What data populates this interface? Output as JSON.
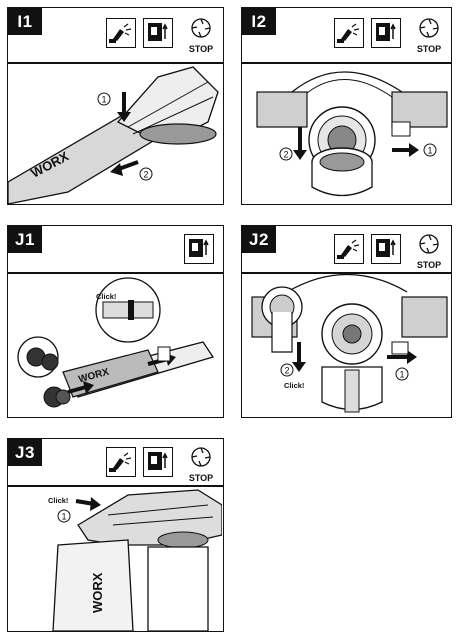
{
  "panels": {
    "i1": {
      "label": "I1",
      "stop": "STOP",
      "brand": "WORX",
      "markers": [
        "1",
        "2"
      ]
    },
    "i2": {
      "label": "I2",
      "stop": "STOP",
      "markers": [
        "2",
        "1"
      ]
    },
    "j1": {
      "label": "J1",
      "click": "Click!",
      "brand": "WORX"
    },
    "j2": {
      "label": "J2",
      "stop": "STOP",
      "click": "Click!",
      "markers": [
        "2",
        "1"
      ]
    },
    "j3": {
      "label": "J3",
      "stop": "STOP",
      "click": "Click!",
      "brand": "WORX",
      "markers": [
        "1"
      ]
    }
  },
  "icons": [
    "blower-mode-icon",
    "vacuum-mode-icon",
    "stop-blade-icon"
  ],
  "colors": {
    "ink": "#111111",
    "paper": "#ffffff",
    "shade": "#bdbdbd",
    "mid": "#6e6e6e"
  }
}
